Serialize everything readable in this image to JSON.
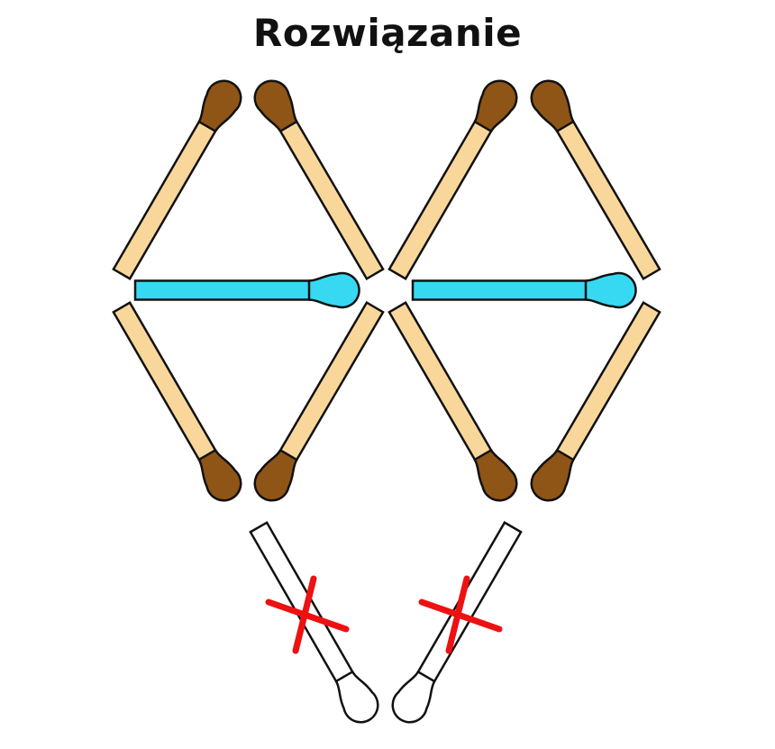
{
  "title": "Rozwiązanie",
  "colors": {
    "stick_fill": "#f9d79a",
    "head_fill": "#8f5516",
    "moved_stick_fill": "#37d9f2",
    "moved_head_fill": "#37d9f2",
    "removed_fill": "#ffffff",
    "cross_mark": "#ee1111",
    "outline": "#111111"
  },
  "matches": [
    {
      "name": "match-left-triangle-upper-left",
      "state": "unchanged"
    },
    {
      "name": "match-left-triangle-upper-right",
      "state": "unchanged"
    },
    {
      "name": "match-right-triangle-upper-left",
      "state": "unchanged"
    },
    {
      "name": "match-right-triangle-upper-right",
      "state": "unchanged"
    },
    {
      "name": "match-left-bar",
      "state": "moved"
    },
    {
      "name": "match-right-bar",
      "state": "moved"
    },
    {
      "name": "match-left-triangle-lower-left",
      "state": "unchanged"
    },
    {
      "name": "match-left-triangle-lower-right",
      "state": "unchanged"
    },
    {
      "name": "match-right-triangle-lower-left",
      "state": "unchanged"
    },
    {
      "name": "match-right-triangle-lower-right",
      "state": "unchanged"
    },
    {
      "name": "match-removed-left",
      "state": "removed"
    },
    {
      "name": "match-removed-right",
      "state": "removed"
    }
  ]
}
